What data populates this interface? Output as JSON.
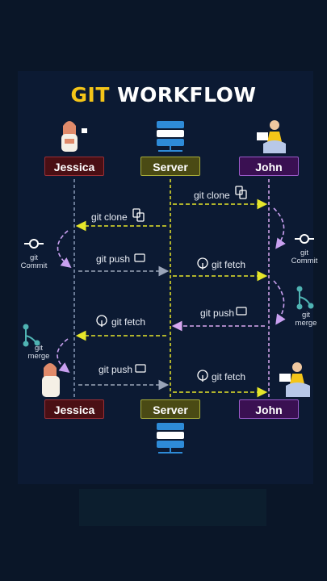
{
  "title": {
    "part1": "GIT",
    "part2": "WORKFLOW"
  },
  "actors": {
    "jessica": "Jessica",
    "server": "Server",
    "john": "John"
  },
  "steps": [
    {
      "label": "git clone"
    },
    {
      "label": "git clone"
    },
    {
      "label": "git push"
    },
    {
      "label": "git fetch"
    },
    {
      "label": "git push"
    },
    {
      "label": "git fetch"
    },
    {
      "label": "git push"
    },
    {
      "label": "git fetch"
    }
  ],
  "side_notes": {
    "left_commit": [
      "git",
      "Commit"
    ],
    "right_commit": [
      "git",
      "Commit"
    ],
    "right_merge": [
      "git",
      "merge"
    ],
    "left_merge": [
      "git",
      "merge"
    ]
  },
  "colors": {
    "jessica": "#4a0f14",
    "server": "#4a4a14",
    "john": "#3a1052",
    "arrow_yellow": "#e6e62a",
    "arrow_purple": "#d8a8f0",
    "arrow_gray": "#9aa4b8"
  }
}
